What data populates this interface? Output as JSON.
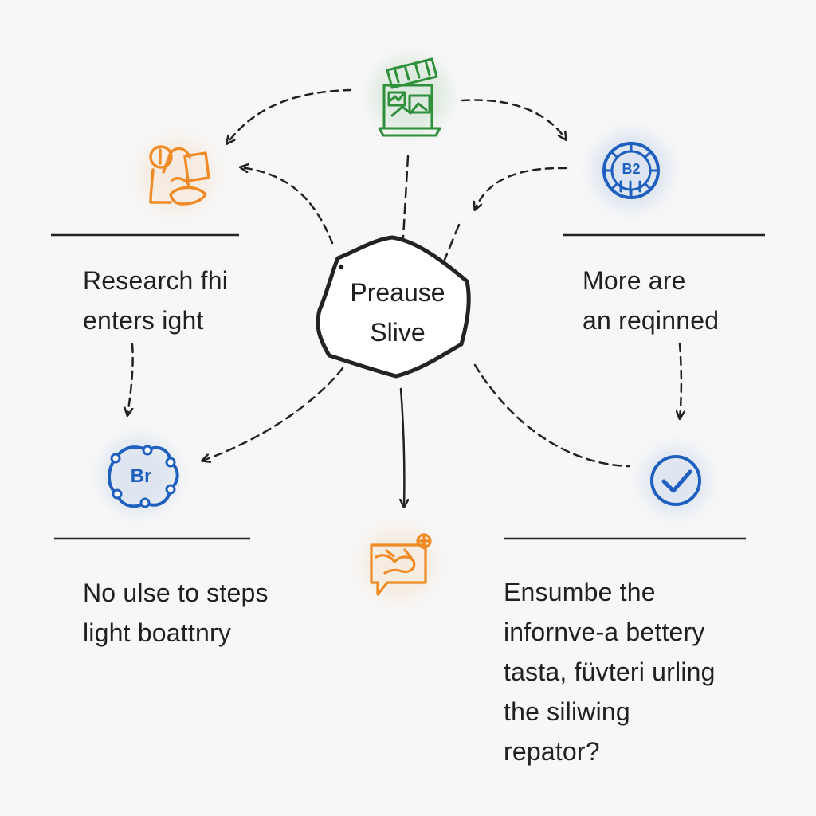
{
  "center_node": {
    "line1": "Preause",
    "line2": "Slive"
  },
  "top_left": {
    "line1": "Research fhi",
    "line2": "enters ight"
  },
  "top_right": {
    "line1": "More are",
    "line2": "an reqinned"
  },
  "bottom_left": {
    "line1": "No ulse to steps",
    "line2": "light boattnry"
  },
  "bottom_right": {
    "line1": "Ensumbe the",
    "line2": "infornve-a bettery",
    "line3": "tasta, füvteri urling",
    "line4": "the siliwing",
    "line5": "repator?"
  },
  "icons": {
    "top_center": {
      "name": "dashboard-monitor-icon",
      "color": "#2f8f3a"
    },
    "top_left": {
      "name": "person-document-icon",
      "color": "#f08a24"
    },
    "top_right": {
      "name": "circuit-badge-icon",
      "label": "B2",
      "color": "#1f5fbf"
    },
    "middle_left": {
      "name": "gear-network-icon",
      "label": "Br",
      "color": "#1f5fbf"
    },
    "middle_right": {
      "name": "check-circle-icon",
      "color": "#1f5fbf"
    },
    "bottom_center": {
      "name": "map-location-icon",
      "color": "#f08a24"
    }
  },
  "colors": {
    "background": "#f7f7f7",
    "ink": "#222222",
    "green": "#2f8f3a",
    "orange": "#f08a24",
    "blue": "#1f5fbf"
  }
}
